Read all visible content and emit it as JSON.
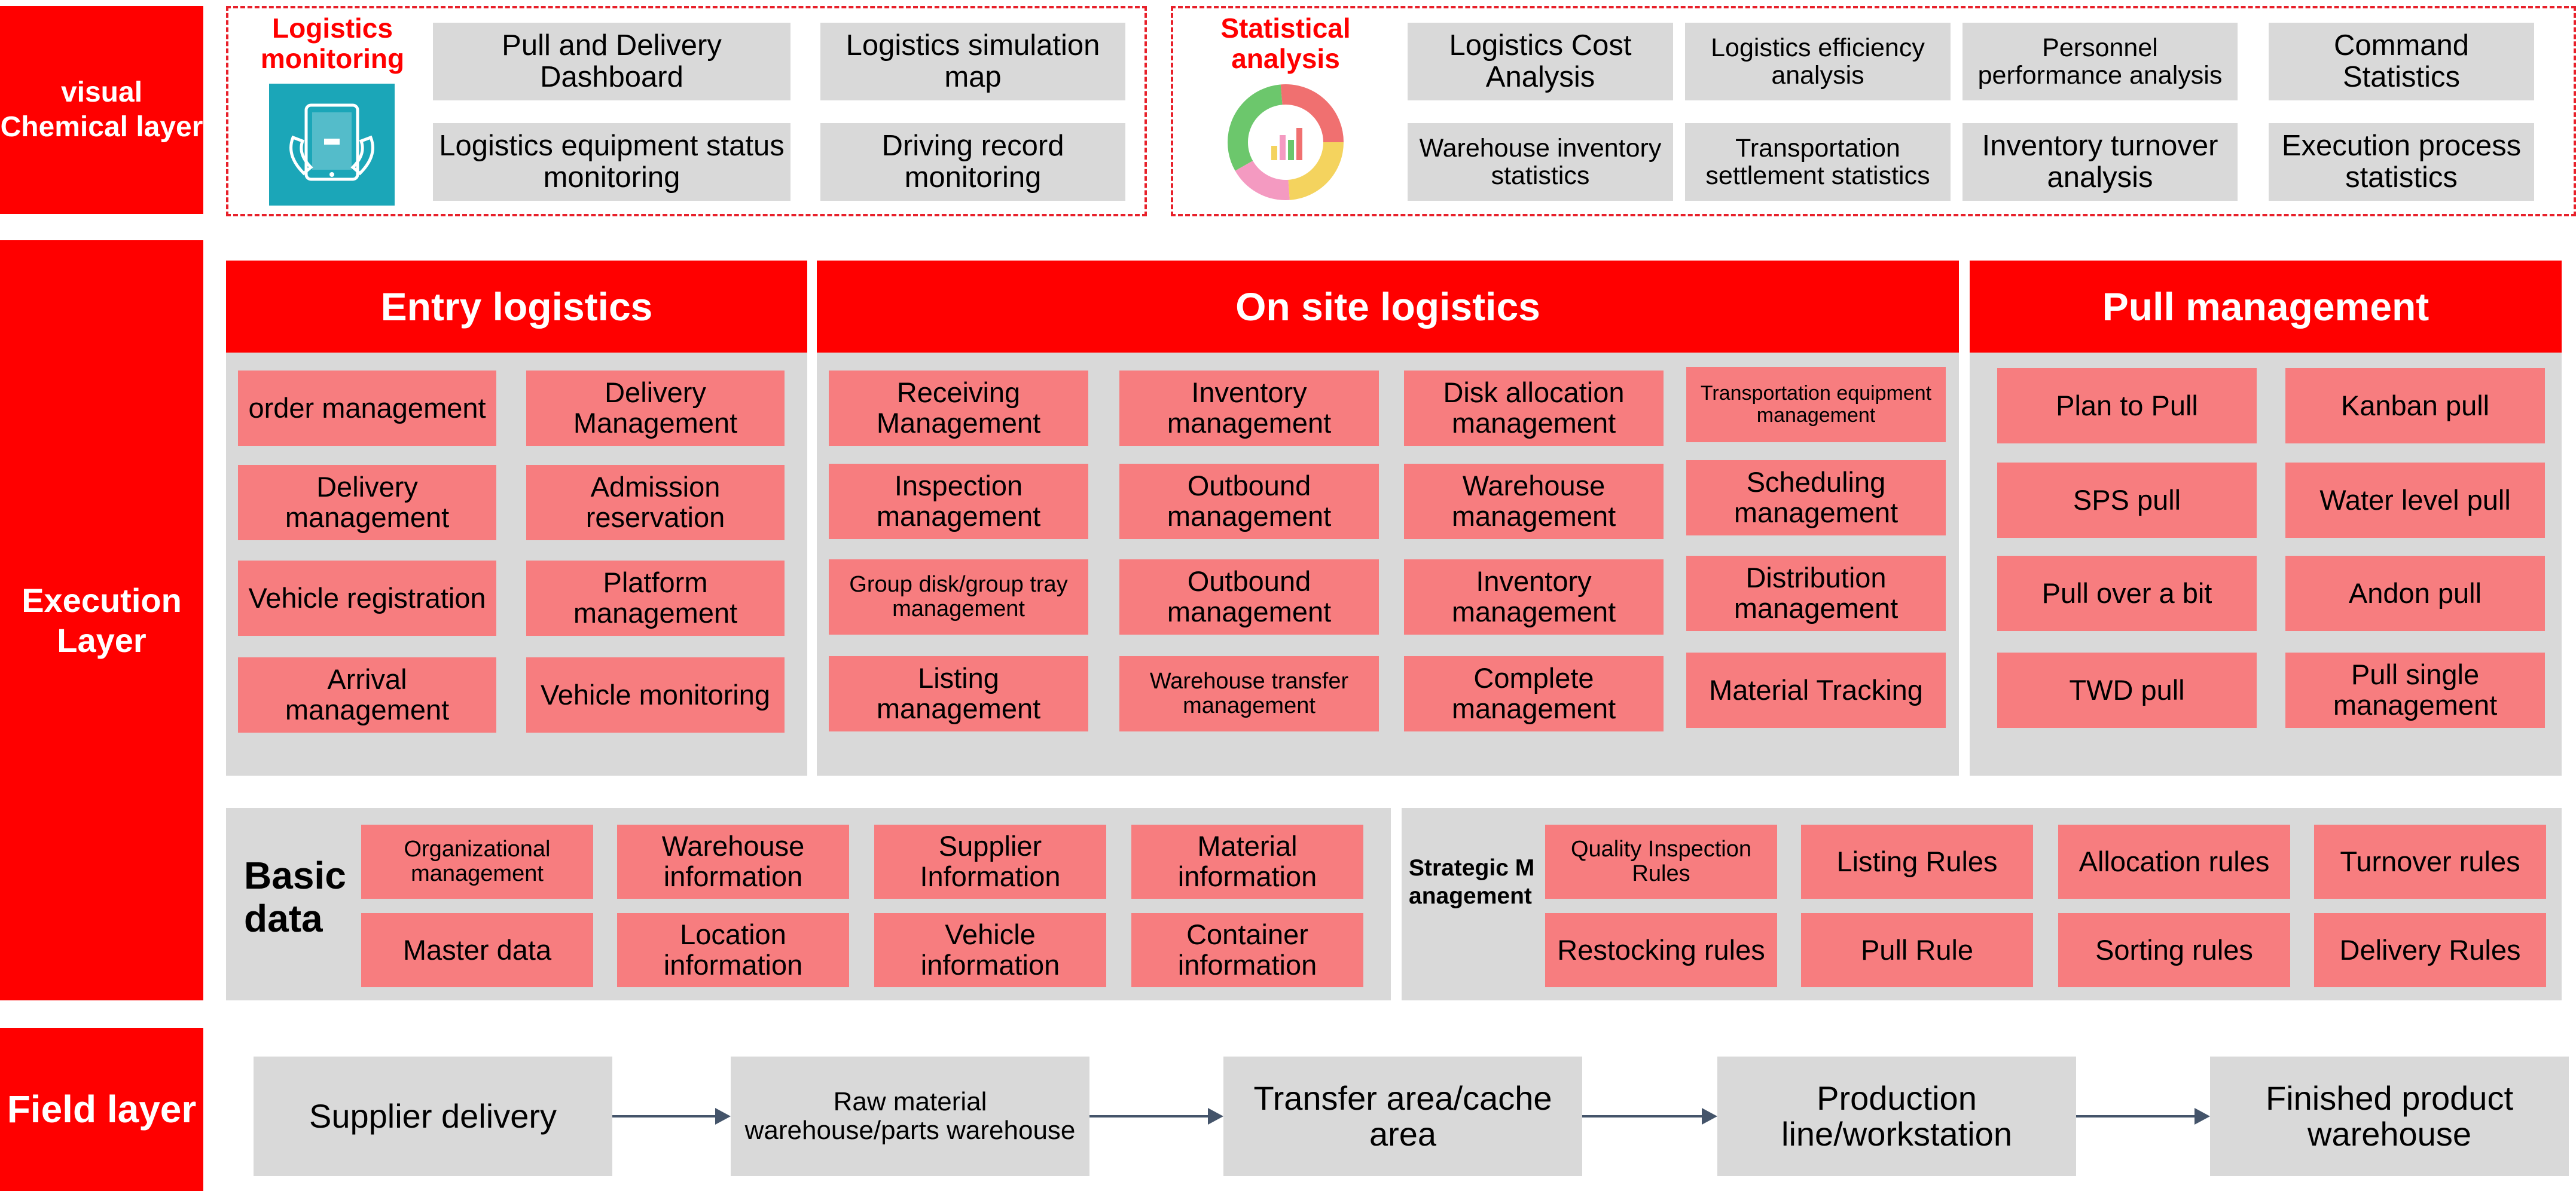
{
  "layers": {
    "visual": "visual Chemical layer",
    "execution": "Execution Layer",
    "field": "Field layer"
  },
  "monitoring": {
    "title": "Logistics monitoring",
    "icon": "tablet-monitor-icon",
    "items": [
      "Pull and Delivery Dashboard",
      "Logistics simulation map",
      "Logistics equipment status monitoring",
      "Driving record monitoring"
    ]
  },
  "statistics": {
    "title": "Statistical analysis",
    "icon": "donut-chart-icon",
    "items": [
      "Logistics Cost Analysis",
      "Logistics efficiency analysis",
      "Personnel performance analysis",
      "Command Statistics",
      "Warehouse inventory statistics",
      "Transportation settlement statistics",
      "Inventory turnover analysis",
      "Execution process statistics"
    ]
  },
  "entry": {
    "title": "Entry logistics",
    "items": [
      "order management",
      "Delivery Management",
      "Delivery management",
      "Admission reservation",
      "Vehicle registration",
      "Platform management",
      "Arrival management",
      "Vehicle monitoring"
    ]
  },
  "onsite": {
    "title": "On site logistics",
    "items": [
      "Receiving Management",
      "Inventory management",
      "Disk allocation management",
      "Transportation equipment management",
      "Inspection management",
      "Outbound management",
      "Warehouse management",
      "Scheduling management",
      "Group disk/group tray management",
      "Outbound management",
      "Inventory management",
      "Distribution management",
      "Listing management",
      "Warehouse transfer management",
      "Complete management",
      "Material Tracking"
    ]
  },
  "pull": {
    "title": "Pull management",
    "items": [
      "Plan to Pull",
      "Kanban pull",
      "SPS pull",
      "Water level pull",
      "Pull over a bit",
      "Andon pull",
      "TWD pull",
      "Pull single management"
    ]
  },
  "basic": {
    "title": "Basic data",
    "items": [
      "Organizational management",
      "Warehouse information",
      "Supplier Information",
      "Material information",
      "Master data",
      "Location information",
      "Vehicle information",
      "Container information"
    ]
  },
  "strategic": {
    "title": "Strategic Management",
    "items": [
      "Quality Inspection Rules",
      "Listing Rules",
      "Allocation rules",
      "Turnover rules",
      "Restocking rules",
      "Pull Rule",
      "Sorting rules",
      "Delivery Rules"
    ]
  },
  "field": {
    "steps": [
      "Supplier delivery",
      "Raw material warehouse/parts warehouse",
      "Transfer area/cache area",
      "Production line/workstation",
      "Finished product warehouse"
    ]
  },
  "colors": {
    "red": "#ff0000",
    "pink": "#f77d7f",
    "gray": "#d9d9d9",
    "teal": "#1ba6b8"
  }
}
